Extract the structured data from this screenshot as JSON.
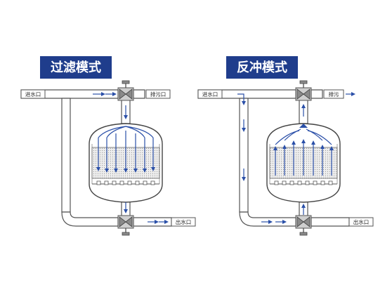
{
  "modes": [
    {
      "id": "filter",
      "title": "过滤模式",
      "inlet_label": "进水口",
      "drain_label": "排污口",
      "outlet_label": "出水口"
    },
    {
      "id": "backwash",
      "title": "反冲模式",
      "inlet_label": "进水口",
      "drain_label": "排污",
      "outlet_label": "出水口"
    }
  ],
  "colors": {
    "title_bg": "#1f3d8c",
    "flow_arrow": "#2a4fa8",
    "pipe_stroke": "#555555",
    "valve_fill": "#8a8a8a"
  }
}
